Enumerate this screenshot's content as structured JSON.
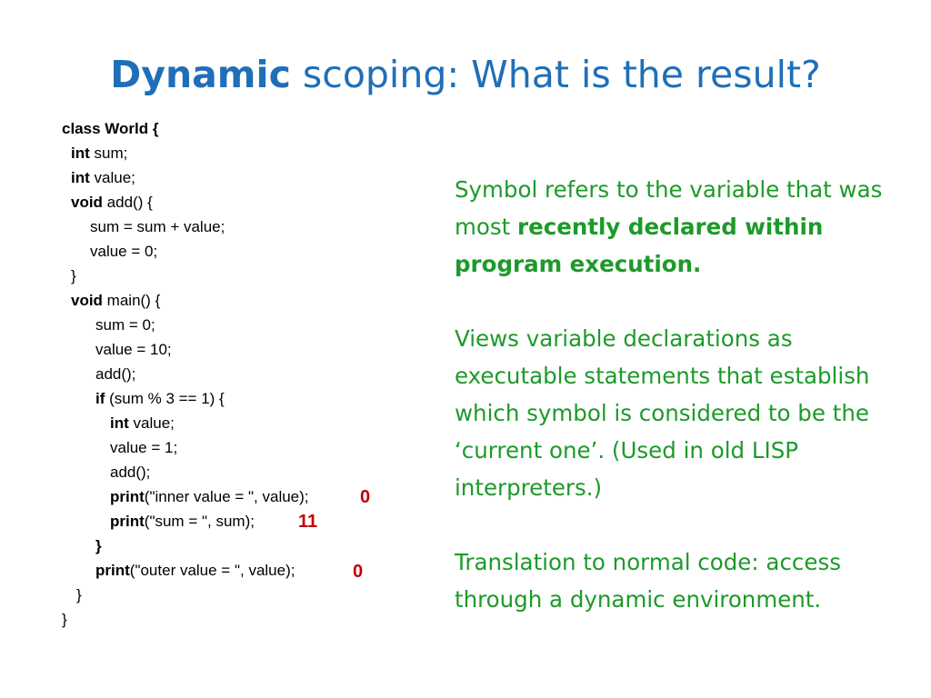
{
  "title": {
    "bold": "Dynamic",
    "rest": " scoping: What is the result?"
  },
  "code": {
    "l1": {
      "a": "class World {"
    },
    "l2": {
      "kw": "int",
      "rest": " sum;"
    },
    "l3": {
      "kw": "int",
      "rest": " value;"
    },
    "l4": {
      "kw": "void",
      "rest": " add() {"
    },
    "l5": {
      "text": "sum = sum + value;"
    },
    "l6": {
      "text": "value = 0;"
    },
    "l7": {
      "text": "}"
    },
    "l8": {
      "kw": "void",
      "rest": " main() {"
    },
    "l9": {
      "text": "sum = 0;"
    },
    "l10": {
      "text": "value = 10;"
    },
    "l11": {
      "text": "add();"
    },
    "l12": {
      "kw": "if",
      "rest": " (sum % 3 == 1) {"
    },
    "l13": {
      "kw": "int",
      "rest": " value;"
    },
    "l14": {
      "text": "value = 1;"
    },
    "l15": {
      "text": "add();"
    },
    "l16": {
      "kw": "print",
      "rest": "(\"inner value = \", value);"
    },
    "l17": {
      "kw": "print",
      "rest": "(\"sum = \", sum);"
    },
    "l18": {
      "text": "}"
    },
    "l19": {
      "kw": "print",
      "rest": "(\"outer value = \", value);"
    },
    "l20": {
      "text": "}"
    },
    "l21": {
      "text": "}"
    }
  },
  "results": {
    "inner_value": "0",
    "sum": "11",
    "outer_value": "0"
  },
  "explanation": {
    "p1_a": "Symbol refers to the variable that was most ",
    "p1_b": "recently declared within program execution.",
    "p2": "Views variable declarations as executable statements that establish which symbol is considered to be the ‘current one’. (Used in old LISP interpreters.)",
    "p3": "Translation to normal code: access through a dynamic environment."
  },
  "colors": {
    "title": "#1f6fb8",
    "explanation": "#1d9a2a",
    "results": "#c00000",
    "code": "#000000"
  }
}
